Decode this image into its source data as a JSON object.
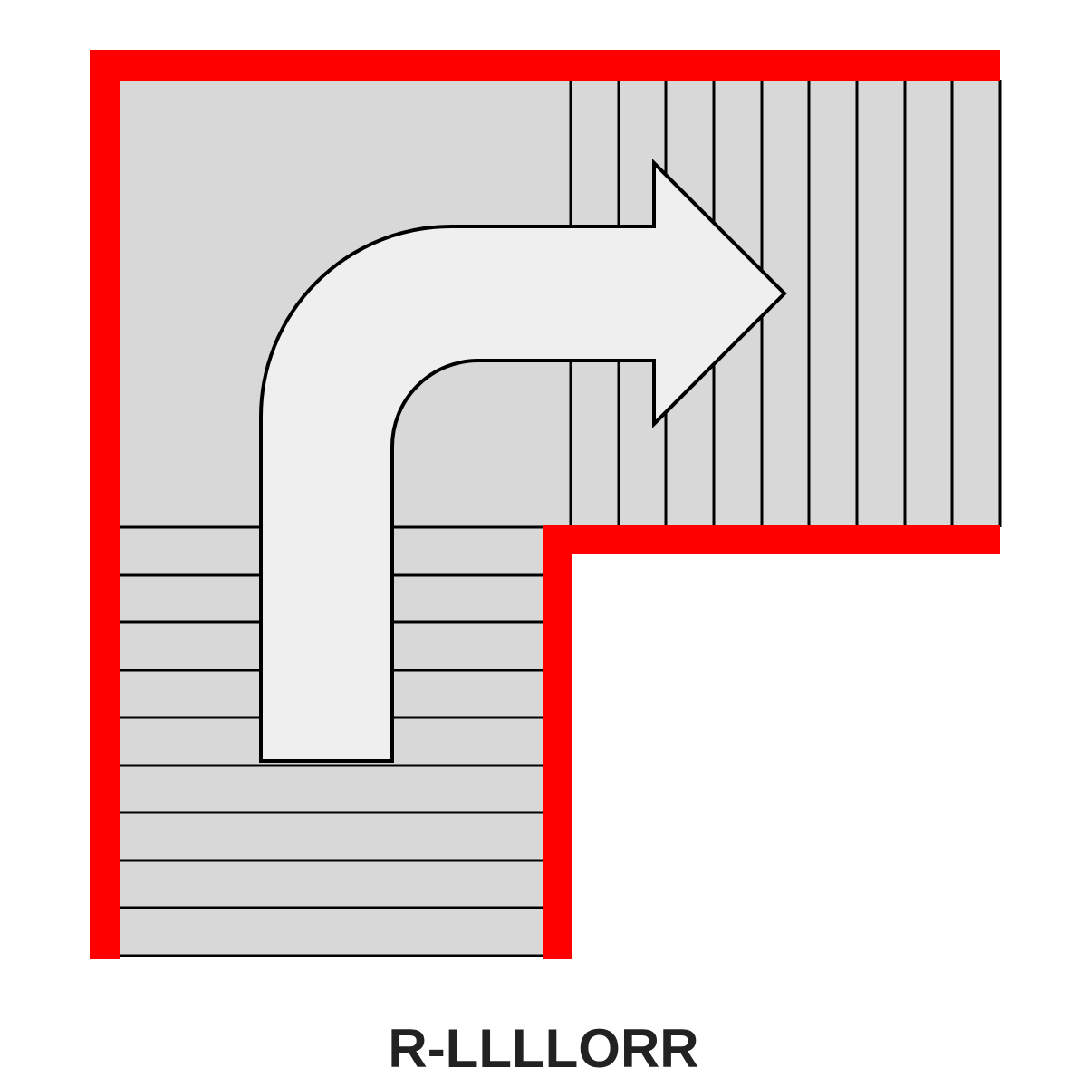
{
  "label": "R-LLLLORR",
  "colors": {
    "wall": "#ff0000",
    "floor": "#d8d8d8",
    "tread_line": "#000000",
    "arrow_fill": "#efefef",
    "arrow_stroke": "#000000",
    "caption": "#222222",
    "background": "#ffffff"
  },
  "stairs": {
    "lower_flight_treads": 9,
    "upper_flight_treads": 9
  }
}
